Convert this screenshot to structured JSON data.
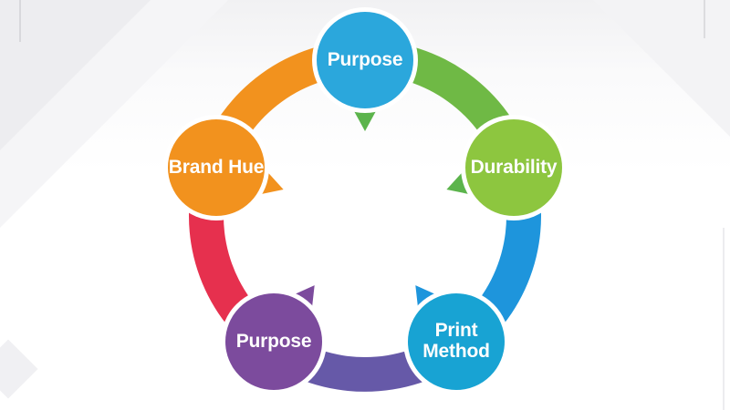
{
  "diagram": {
    "description": "Five-step circular cycle diagram",
    "nodes": [
      {
        "id": "purpose-top",
        "label": "Purpose",
        "color": "#2BA7DC"
      },
      {
        "id": "durability",
        "label": "Durability",
        "color": "#8DC63F"
      },
      {
        "id": "print-method",
        "label": "Print Method",
        "color": "#18A3D3"
      },
      {
        "id": "purpose-bottom",
        "label": "Purpose",
        "color": "#7C4B9D"
      },
      {
        "id": "brand-hue",
        "label": "Brand Hue",
        "color": "#F2921E"
      }
    ],
    "arcs": [
      {
        "from": "purpose-top",
        "to": "durability",
        "color": "#6FB945"
      },
      {
        "from": "durability",
        "to": "print-method",
        "color": "#1E95DC"
      },
      {
        "from": "print-method",
        "to": "purpose-bottom",
        "color": "#6659A8"
      },
      {
        "from": "purpose-bottom",
        "to": "brand-hue",
        "color": "#E6304E"
      },
      {
        "from": "brand-hue",
        "to": "purpose-top",
        "color": "#F2921E"
      }
    ],
    "arrows": [
      {
        "at": "purpose-top",
        "color": "#5CB44C"
      },
      {
        "at": "durability",
        "color": "#5CB44C"
      },
      {
        "at": "print-method",
        "color": "#1E95DC"
      },
      {
        "at": "purpose-bottom",
        "color": "#7C4B9D"
      },
      {
        "at": "brand-hue",
        "color": "#F2921E"
      }
    ],
    "ring_stroke_color": "#FFFFFF"
  }
}
